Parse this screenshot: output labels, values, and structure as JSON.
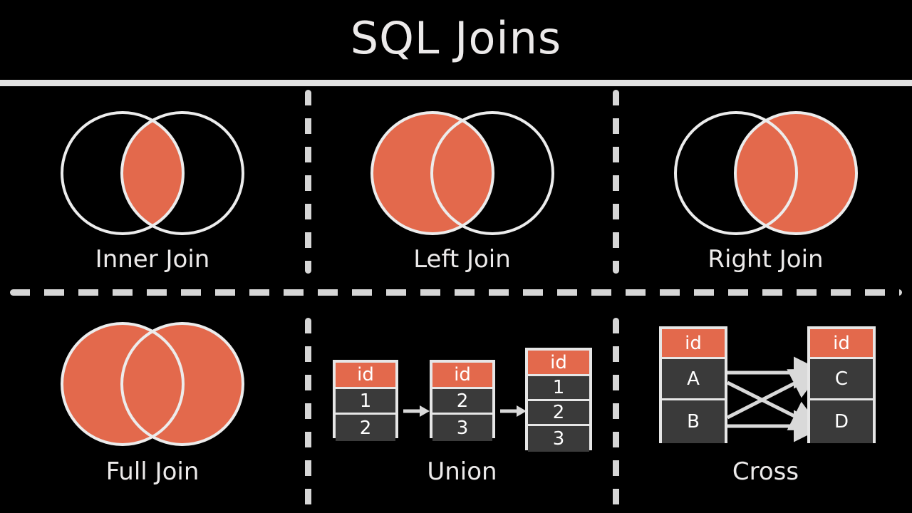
{
  "page": {
    "title": "SQL Joins",
    "background_color": "#000000",
    "accent_color": "#e3694c",
    "line_color": "#e2e2e2",
    "cell_color": "#3a3a3a",
    "text_color": "#eceaea"
  },
  "panels": [
    {
      "id": "inner-join",
      "label": "Inner Join",
      "kind": "venn",
      "fill": "intersection"
    },
    {
      "id": "left-join",
      "label": "Left Join",
      "kind": "venn",
      "fill": "left"
    },
    {
      "id": "right-join",
      "label": "Right Join",
      "kind": "venn",
      "fill": "right"
    },
    {
      "id": "full-join",
      "label": "Full Join",
      "kind": "venn",
      "fill": "both"
    },
    {
      "id": "union",
      "label": "Union",
      "kind": "tables"
    },
    {
      "id": "cross",
      "label": "Cross",
      "kind": "tables"
    }
  ],
  "union": {
    "tables": [
      {
        "header": "id",
        "rows": [
          "1",
          "2"
        ]
      },
      {
        "header": "id",
        "rows": [
          "2",
          "3"
        ]
      },
      {
        "header": "id",
        "rows": [
          "1",
          "2",
          "3"
        ]
      }
    ],
    "arrows": [
      "arrow-right",
      "arrow-right"
    ]
  },
  "cross": {
    "left_table": {
      "header": "id",
      "rows": [
        "A",
        "B"
      ]
    },
    "right_table": {
      "header": "id",
      "rows": [
        "C",
        "D"
      ]
    },
    "arrows": [
      "A-to-C",
      "A-to-D",
      "B-to-C",
      "B-to-D"
    ]
  }
}
